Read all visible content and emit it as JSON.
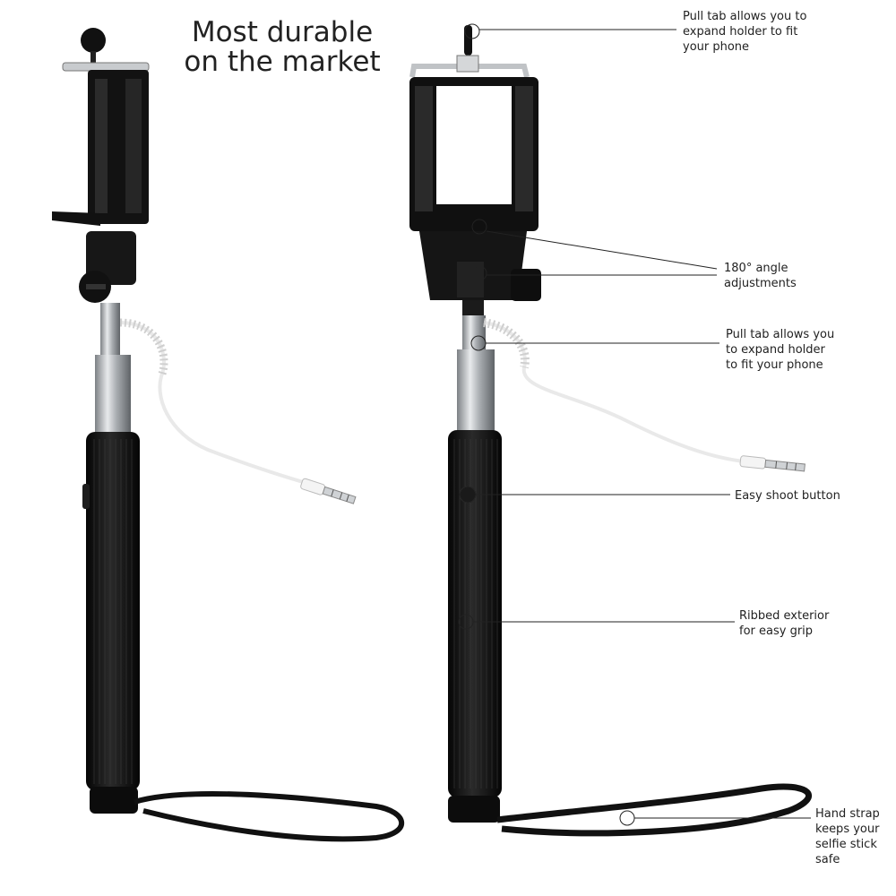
{
  "headline": {
    "line1": "Most durable",
    "line2": "on the market"
  },
  "callouts": {
    "pull_tab_top": [
      "Pull tab allows you to",
      "expand holder to fit",
      "your phone"
    ],
    "angle": [
      "180° angle",
      "adjustments"
    ],
    "pull_tab_mid": [
      "Pull tab allows you",
      "to expand holder",
      "to fit your phone"
    ],
    "shoot_button": [
      "Easy shoot button"
    ],
    "ribbed": [
      "Ribbed exterior",
      "for easy grip"
    ],
    "hand_strap": [
      "Hand strap",
      "keeps your",
      "selfie stick",
      "safe"
    ]
  },
  "colors": {
    "background": "#ffffff",
    "grip": "#151515",
    "metal": "#b9bcbf",
    "cable": "#f2f2f2",
    "leader_line": "#222222"
  }
}
